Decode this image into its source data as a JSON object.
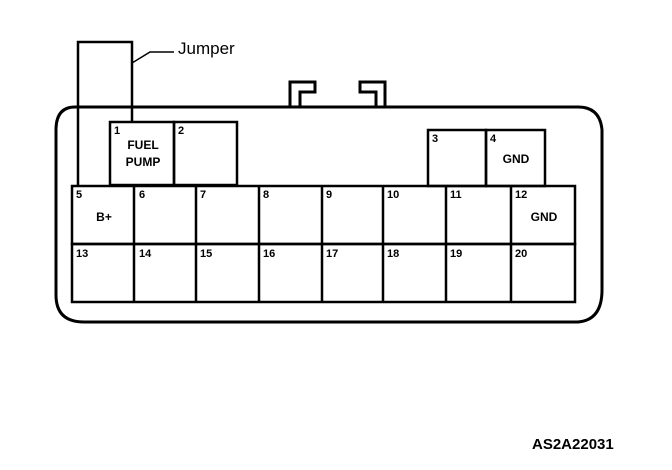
{
  "jumper_label": "Jumper",
  "figure_id": "AS2A22031",
  "top_pins": [
    {
      "num": "1",
      "label_lines": [
        "FUEL",
        "PUMP"
      ]
    },
    {
      "num": "2",
      "label_lines": []
    },
    {
      "num": "3",
      "label_lines": []
    },
    {
      "num": "4",
      "label_lines": [
        "GND"
      ]
    }
  ],
  "row1_pins": [
    {
      "num": "5",
      "label": "B+"
    },
    {
      "num": "6",
      "label": ""
    },
    {
      "num": "7",
      "label": ""
    },
    {
      "num": "8",
      "label": ""
    },
    {
      "num": "9",
      "label": ""
    },
    {
      "num": "10",
      "label": ""
    },
    {
      "num": "11",
      "label": ""
    },
    {
      "num": "12",
      "label": "GND"
    }
  ],
  "row2_pins": [
    {
      "num": "13",
      "label": ""
    },
    {
      "num": "14",
      "label": ""
    },
    {
      "num": "15",
      "label": ""
    },
    {
      "num": "16",
      "label": ""
    },
    {
      "num": "17",
      "label": ""
    },
    {
      "num": "18",
      "label": ""
    },
    {
      "num": "19",
      "label": ""
    },
    {
      "num": "20",
      "label": ""
    }
  ]
}
